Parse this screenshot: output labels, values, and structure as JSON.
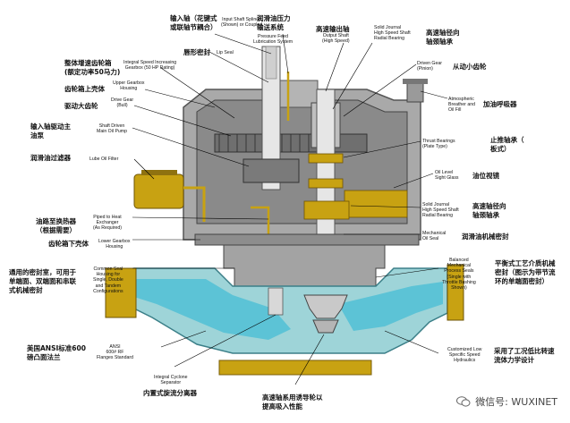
{
  "labels": {
    "input_shaft": {
      "cn": [
        "输入轴（花键式",
        "或联轴节耦合）"
      ],
      "en": [
        "Input Shaft Splined",
        "(Shown) or Coupled"
      ]
    },
    "lip_seal": {
      "cn": "唇形密封",
      "en": "Lip Seal"
    },
    "pressure_feed": {
      "cn": [
        "润滑油压力",
        "输送系统"
      ],
      "en": [
        "Pressure Feed",
        "Lubrication System"
      ]
    },
    "output_shaft": {
      "cn": "高速输出轴",
      "en": [
        "Output Shaft",
        "(High Speed)"
      ]
    },
    "solid_journal_top": {
      "cn": [
        "高速轴径向",
        "轴颈轴承"
      ],
      "en": [
        "Solid Journal",
        "High Speed Shaft",
        "Radial Bearing"
      ]
    },
    "gearbox": {
      "cn": [
        "整体增速齿轮箱",
        "(额定功率50马力)"
      ],
      "en": [
        "Integral Speed Increasing",
        "Gearbox (50 HP Rating)"
      ]
    },
    "driven_gear": {
      "cn": "从动小齿轮",
      "en": [
        "Driven Gear",
        "(Pinion)"
      ]
    },
    "upper_housing": {
      "cn": "齿轮箱上壳体",
      "en": [
        "Upper Gearbox",
        "Housing"
      ]
    },
    "drive_gear": {
      "cn": "驱动大齿轮",
      "en": [
        "Drive Gear",
        "(Bull)"
      ]
    },
    "breather": {
      "cn": "加油呼吸器",
      "en": [
        "Atmospheric",
        "Breather and",
        "Oil Fill"
      ]
    },
    "main_oil_pump": {
      "cn": [
        "输入轴驱动主",
        "油泵"
      ],
      "en": [
        "Shaft Driven",
        "Main Oil Pump"
      ]
    },
    "thrust_bearings": {
      "cn": [
        "止推轴承（",
        "板式）"
      ],
      "en": [
        "Thrust Bearings",
        "(Plate Type)"
      ]
    },
    "lube_filter": {
      "cn": "润滑油过滤器",
      "en": "Lube Oil Filter"
    },
    "sight_glass": {
      "cn": "油位视镜",
      "en": [
        "Oil Level",
        "Sight Glass"
      ]
    },
    "solid_journal_bottom": {
      "cn": [
        "高速轴径向",
        "轴颈轴承"
      ],
      "en": [
        "Solid Journal",
        "High Speed Shaft",
        "Radial Bearing"
      ]
    },
    "heat_exchanger": {
      "cn": [
        "油路至换热器",
        "（根据需要）"
      ],
      "en": [
        "Piped to Heat",
        "Exchanger",
        "(As Required)"
      ]
    },
    "mech_oil_seal": {
      "cn": "润滑油机械密封",
      "en": [
        "Mechanical",
        "Oil Seal"
      ]
    },
    "lower_housing": {
      "cn": "齿轮箱下壳体",
      "en": [
        "Lower Gearbox",
        "Housing"
      ]
    },
    "seal_housing": {
      "cn": [
        "通用的密封室，可用于",
        "单端面、双端面和串联",
        "式机械密封"
      ],
      "en": [
        "Common Seal",
        "Housing for",
        "Single, Double",
        "and Tandem",
        "Configurations"
      ]
    },
    "balanced_seal": {
      "cn": [
        "平衡式工艺介质机械",
        "密封（图示为带节流",
        "环的单端面密封）"
      ],
      "en": [
        "Balanced",
        "Mechanical",
        "Process Seals",
        "(Single with",
        "Throttle Bushing",
        "Shown)"
      ]
    },
    "ansi_flange": {
      "cn": [
        "美国ANSI标准600",
        "磅凸面法兰"
      ],
      "en": [
        "ANSI",
        "600# RF",
        "Flanges Standard"
      ]
    },
    "hydraulics": {
      "cn": [
        "采用了工况低比转速",
        "流体力学设计"
      ],
      "en": [
        "Customized Low",
        "Specific Speed",
        "Hydraulics"
      ]
    },
    "cyclone": {
      "cn": "内置式旋流分离器",
      "en": [
        "Integral Cyclone",
        "Separator"
      ]
    },
    "inducer": {
      "cn": [
        "高速轴系用诱导轮以",
        "提高吸入性能"
      ],
      "en": []
    }
  },
  "watermark": {
    "text": "微信号: WUXINET",
    "icon": "wechat-icon"
  },
  "colors": {
    "housing": "#a8a8a8",
    "gearbox_inside": "#8a8a8a",
    "gold": "#c8a212",
    "pump_casing": "#9ed4d8",
    "liquid": "#5cc3d6",
    "shaft": "#e6e6e6"
  }
}
